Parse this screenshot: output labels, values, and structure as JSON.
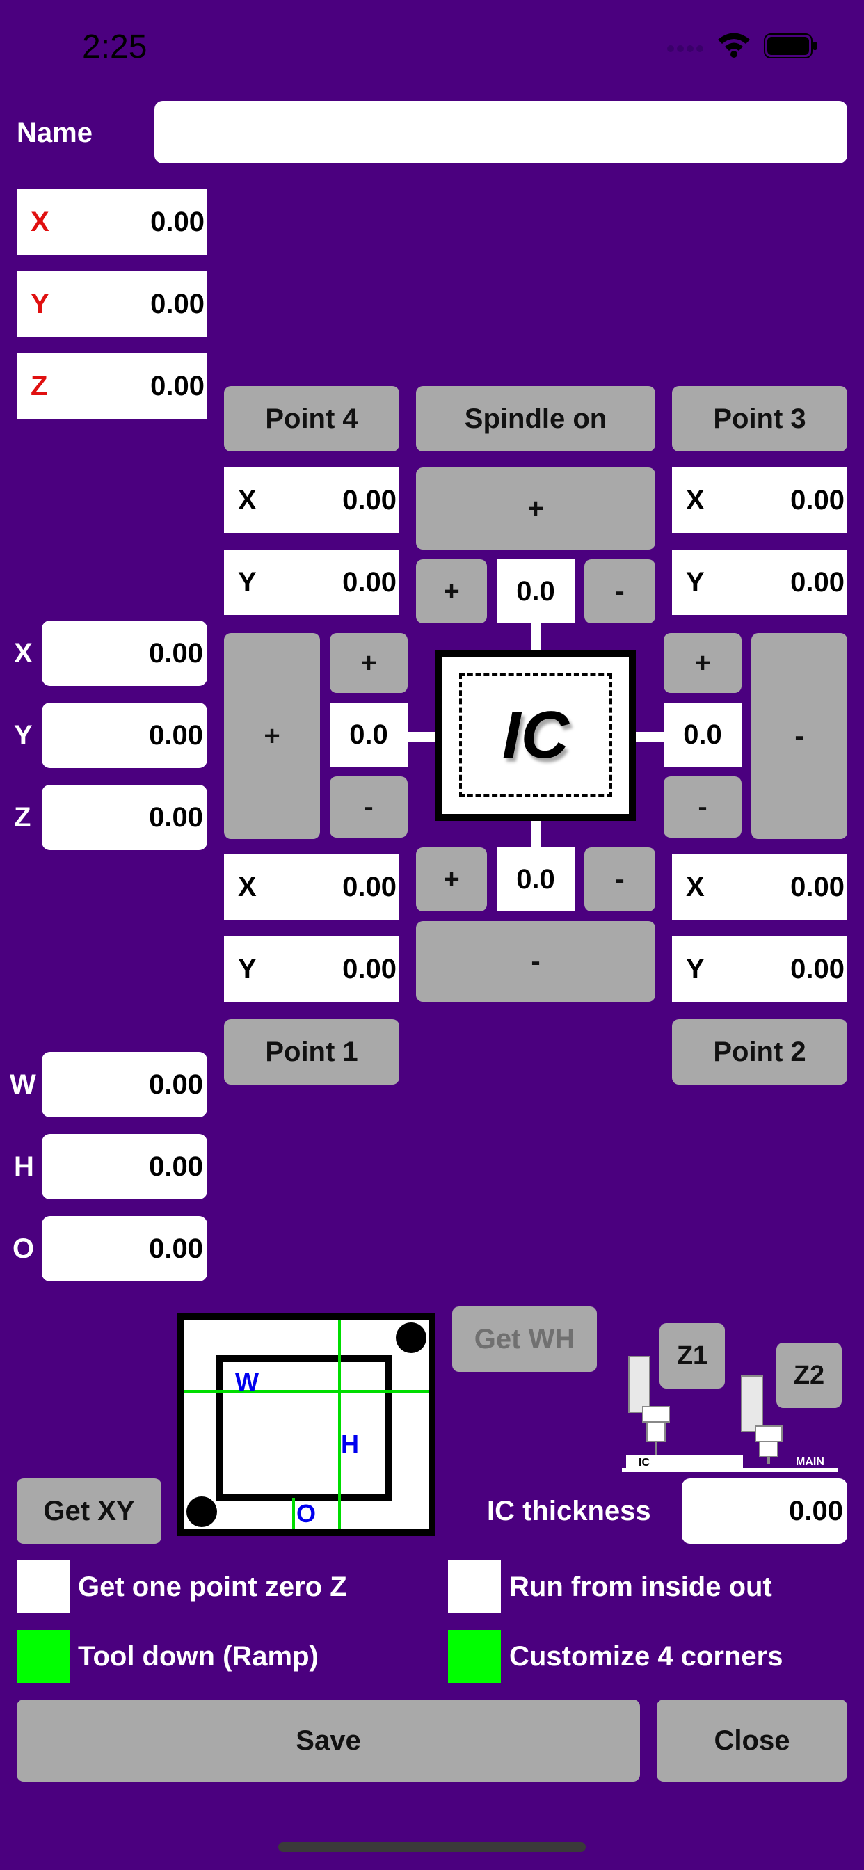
{
  "status_bar": {
    "time": "2:25"
  },
  "name": {
    "label": "Name",
    "value": ""
  },
  "position": {
    "x": {
      "label": "X",
      "value": "0.00"
    },
    "y": {
      "label": "Y",
      "value": "0.00"
    },
    "z": {
      "label": "Z",
      "value": "0.00"
    }
  },
  "offsets": {
    "x": {
      "label": "X",
      "value": "0.00"
    },
    "y": {
      "label": "Y",
      "value": "0.00"
    },
    "z": {
      "label": "Z",
      "value": "0.00"
    }
  },
  "dims": {
    "w": {
      "label": "W",
      "value": "0.00"
    },
    "h": {
      "label": "H",
      "value": "0.00"
    },
    "o": {
      "label": "O",
      "value": "0.00"
    }
  },
  "points": {
    "p4": {
      "label": "Point 4",
      "x": "0.00",
      "y": "0.00"
    },
    "p3": {
      "label": "Point 3",
      "x": "0.00",
      "y": "0.00"
    },
    "p1": {
      "label": "Point 1",
      "x": "0.00",
      "y": "0.00"
    },
    "p2": {
      "label": "Point 2",
      "x": "0.00",
      "y": "0.00"
    },
    "coord_x": "X",
    "coord_y": "Y"
  },
  "jog": {
    "spindle_label": "Spindle on",
    "plus": "+",
    "minus": "-",
    "top_value": "0.0",
    "bottom_value": "0.0",
    "left_value": "0.0",
    "right_value": "0.0",
    "ic_label": "IC"
  },
  "diagram": {
    "w": "W",
    "h": "H",
    "o": "O"
  },
  "machine": {
    "z1": "Z1",
    "z2": "Z2",
    "ic": "IC",
    "main": "MAIN"
  },
  "buttons": {
    "get_wh": "Get WH",
    "get_xy": "Get XY",
    "save": "Save",
    "close": "Close"
  },
  "ic_thickness": {
    "label": "IC thickness",
    "value": "0.00"
  },
  "options": {
    "one_point_zero_z": {
      "label": "Get one point zero Z",
      "checked": false
    },
    "inside_out": {
      "label": "Run from inside out",
      "checked": false
    },
    "tool_down": {
      "label": "Tool down (Ramp)",
      "checked": true
    },
    "customize_corners": {
      "label": "Customize 4 corners",
      "checked": true
    }
  },
  "colors": {
    "background": "#4b007f",
    "button": "#a9a9a9",
    "checked": "#00ff00",
    "axis_label": "#e01010"
  }
}
